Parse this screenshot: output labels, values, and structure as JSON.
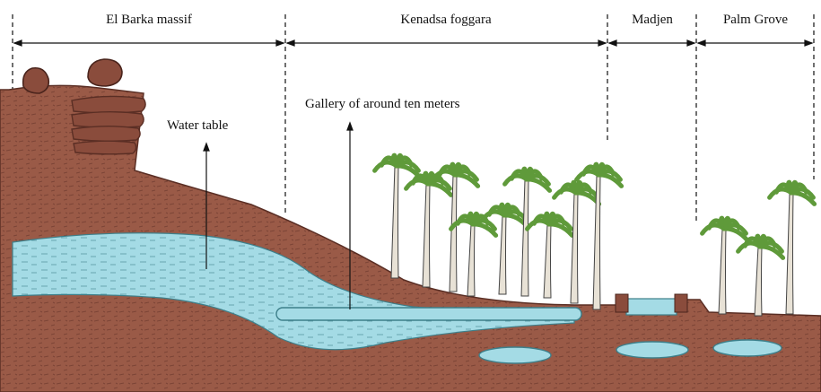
{
  "zones": [
    {
      "id": "el-barka",
      "label": "El Barka massif"
    },
    {
      "id": "kenadsa",
      "label": "Kenadsa foggara"
    },
    {
      "id": "madjen",
      "label": "Madjen"
    },
    {
      "id": "palm-grove",
      "label": "Palm Grove"
    }
  ],
  "annotations": {
    "water_table": "Water table",
    "gallery": "Gallery of around ten meters"
  },
  "colors": {
    "soil": "#9a5a47",
    "soil_dark": "#6e3a2e",
    "water": "#9fd9e3",
    "water_edge": "#3d7f8a",
    "palm_leaf": "#5f9a3a",
    "palm_trunk": "#e8e2d6",
    "rock": "#7a4636"
  }
}
